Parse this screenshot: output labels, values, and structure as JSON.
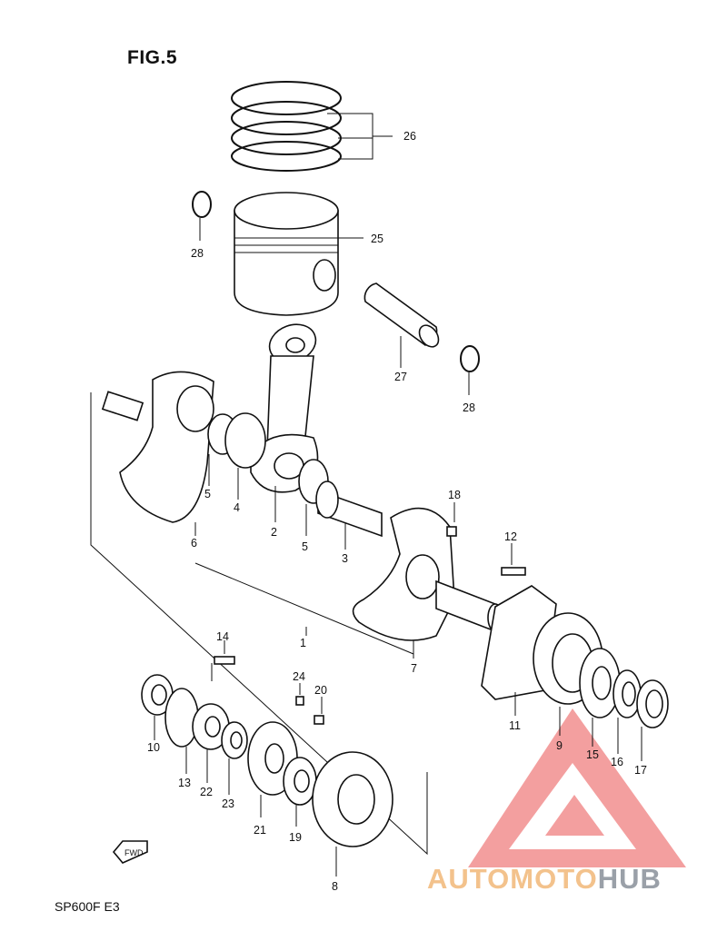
{
  "figure_title": "FIG.5",
  "model_code": "SP600F  E3",
  "watermark": {
    "part1": "AUTOMOTO",
    "part2": "HUB",
    "color_1": "#f3c28c",
    "color_2": "#9aa0a8",
    "logo_color": "#f08080"
  },
  "fwd_label": "FWD",
  "callouts": {
    "c1": "1",
    "c2": "2",
    "c3": "3",
    "c4": "4",
    "c5a": "5",
    "c5b": "5",
    "c6": "6",
    "c7": "7",
    "c8": "8",
    "c9": "9",
    "c10": "10",
    "c11": "11",
    "c12": "12",
    "c13": "13",
    "c14": "14",
    "c15": "15",
    "c16": "16",
    "c17": "17",
    "c18": "18",
    "c19": "19",
    "c20": "20",
    "c21": "21",
    "c22": "22",
    "c23": "23",
    "c24": "24",
    "c25": "25",
    "c26": "26",
    "c27": "27",
    "c28a": "28",
    "c28b": "28"
  }
}
